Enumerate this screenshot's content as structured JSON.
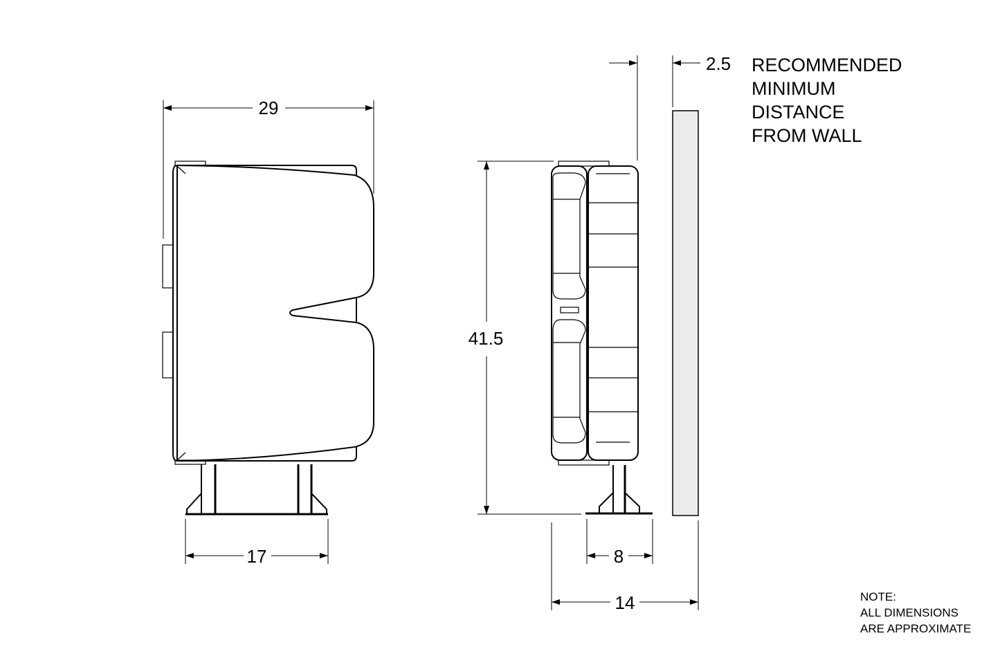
{
  "dimensions": {
    "width": "29",
    "base_width": "17",
    "height": "41.5",
    "stand_depth": "8",
    "depth": "14",
    "wall_gap": "2.5"
  },
  "wall_label": [
    "RECOMMENDED",
    "MINIMUM",
    "DISTANCE",
    "FROM WALL"
  ],
  "note": [
    "NOTE:",
    "ALL DIMENSIONS",
    "ARE APPROXIMATE"
  ],
  "colors": {
    "wall_fill": "#ebebeb",
    "line": "#000000"
  }
}
